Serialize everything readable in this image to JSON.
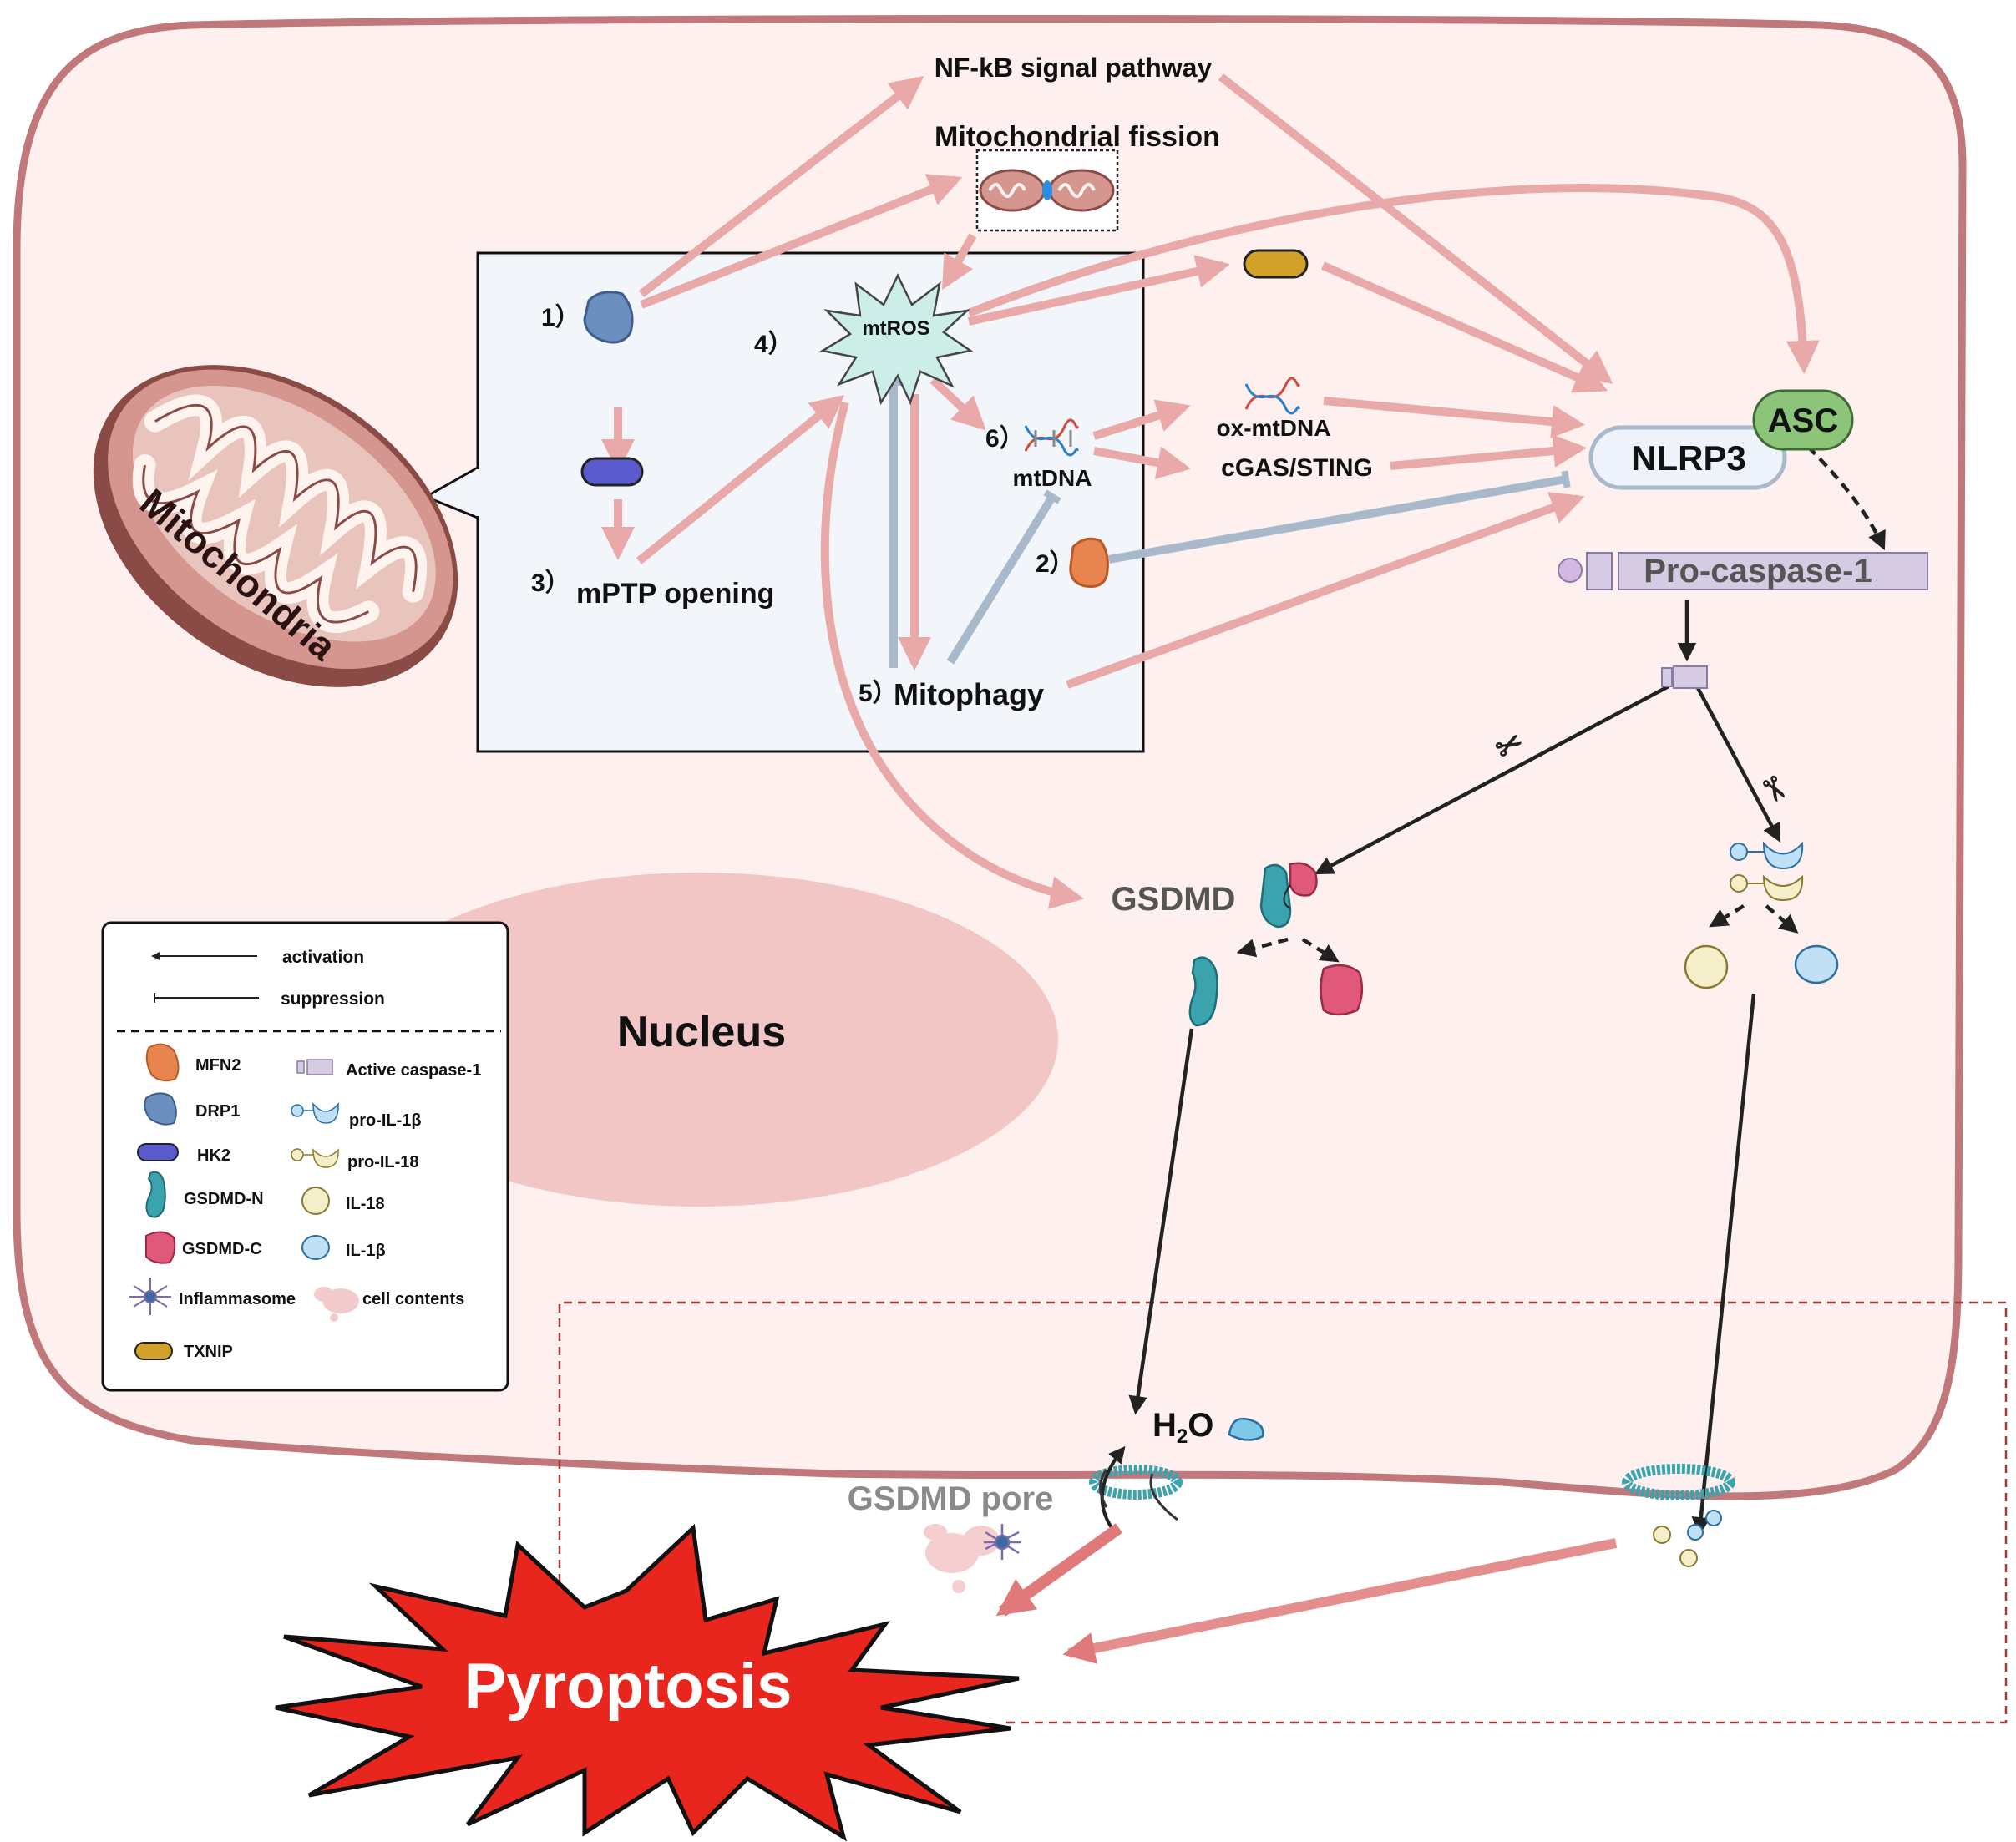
{
  "labels": {
    "nfkb": "NF-kB signal pathway",
    "fission": "Mitochondrial fission",
    "step1": "1）",
    "step2": "2）",
    "step3": "3）",
    "step4": "4）",
    "step5": "5）",
    "step6": "6）",
    "mptp": "mPTP opening",
    "mtros": "mtROS",
    "mtdna": "mtDNA",
    "mitophagy": "Mitophagy",
    "oxmtdna": "ox-mtDNA",
    "cgas": "cGAS/STING",
    "asc": "ASC",
    "nlrp3": "NLRP3",
    "procasp": "Pro-caspase-1",
    "gsdmd": "GSDMD",
    "nucleus": "Nucleus",
    "mitochondria": "Mitochondria",
    "h2o_h": "H",
    "h2o_sub": "2",
    "h2o_o": "O",
    "pore": "GSDMD pore",
    "pyroptosis": "Pyroptosis"
  },
  "legend": {
    "activation": "activation",
    "suppression": "suppression",
    "mfn2": "MFN2",
    "drp1": "DRP1",
    "hk2": "HK2",
    "gsdmdn": "GSDMD-N",
    "gsdmdc": "GSDMD-C",
    "inflammasome": "Inflammasome",
    "txnip": "TXNIP",
    "active_casp": "Active caspase-1",
    "pro_il1b": "pro-IL-1β",
    "pro_il18": "pro-IL-18",
    "il18": "IL-18",
    "il1b": "IL-1β",
    "cell_contents": "cell contents"
  },
  "colors": {
    "cell_fill": "#fdf0ef",
    "cell_stroke": "#c0787a",
    "pink_arrow": "#e8a9a8",
    "suppress": "#a7b9cb",
    "nucleus": "#f2c6c5",
    "asc": "#8cc47a",
    "nlrp3": "#eef3fb",
    "procasp": "#d5cbe3",
    "drp1": "#6b8fbf",
    "mfn2": "#e8844e",
    "hk2": "#5a5acc",
    "txnip": "#d1a12a",
    "gsdmd_n": "#3aa3ae",
    "gsdmd_c": "#e0587a",
    "il18": "#f4efc9",
    "il1b": "#bfe0f5",
    "pyro_fill": "#e8261e"
  }
}
